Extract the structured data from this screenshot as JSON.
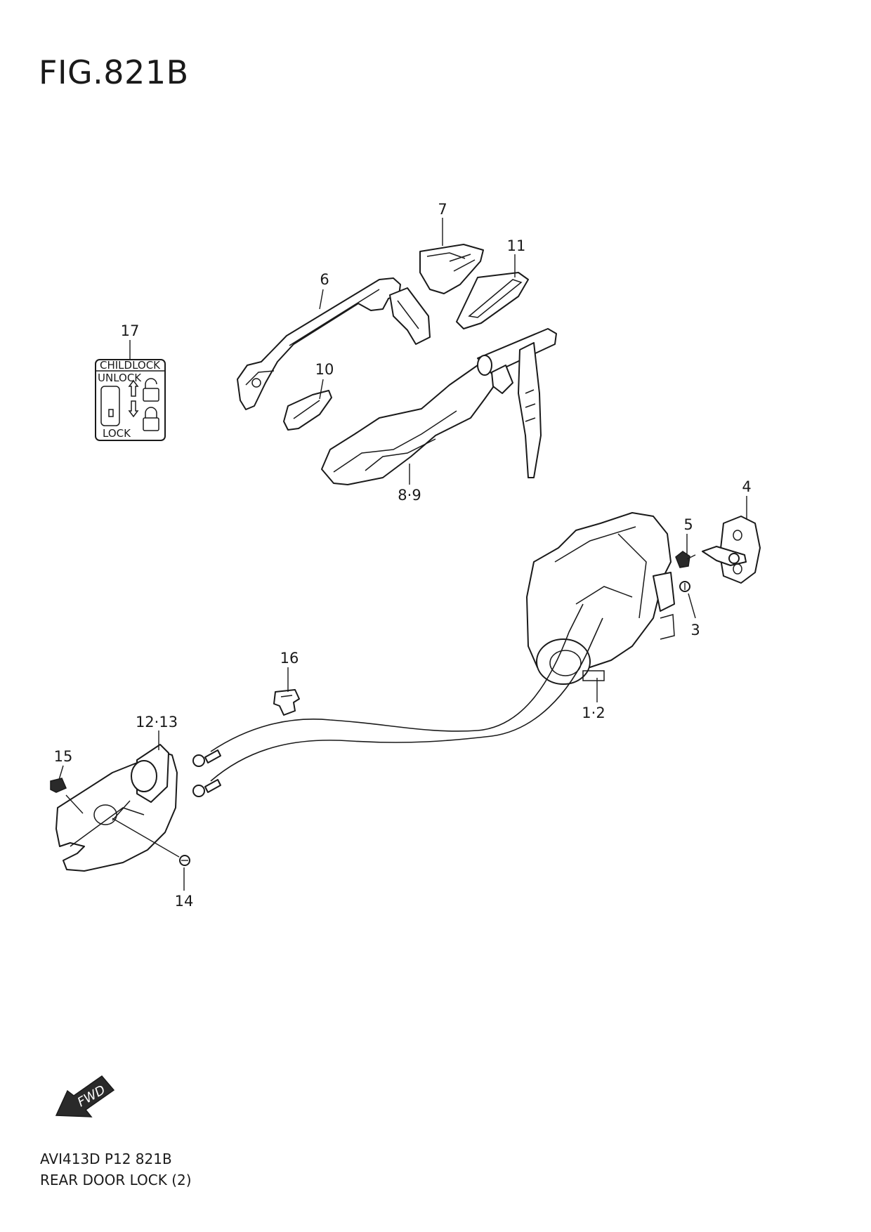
{
  "figure": {
    "title": "FIG.821B",
    "code": "AVI413D P12 821B",
    "name": "REAR DOOR LOCK (2)"
  },
  "callouts": [
    {
      "id": "c1",
      "label": "1·2"
    },
    {
      "id": "c3",
      "label": "3"
    },
    {
      "id": "c4",
      "label": "4"
    },
    {
      "id": "c5",
      "label": "5"
    },
    {
      "id": "c6",
      "label": "6"
    },
    {
      "id": "c7",
      "label": "7"
    },
    {
      "id": "c8",
      "label": "8·9"
    },
    {
      "id": "c10",
      "label": "10"
    },
    {
      "id": "c11",
      "label": "11"
    },
    {
      "id": "c12",
      "label": "12·13"
    },
    {
      "id": "c14",
      "label": "14"
    },
    {
      "id": "c15",
      "label": "15"
    },
    {
      "id": "c16",
      "label": "16"
    },
    {
      "id": "c17",
      "label": "17"
    }
  ],
  "child_lock_label": {
    "title": "CHILDLOCK",
    "unlock": "UNLOCK",
    "lock": "LOCK"
  },
  "fwd_arrow": {
    "text": "FWD"
  }
}
